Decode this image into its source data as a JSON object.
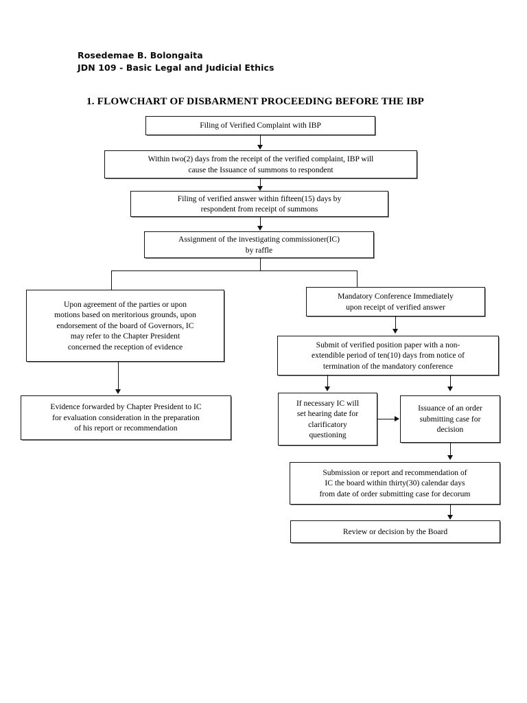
{
  "header": {
    "author": "Rosedemae B. Bolongaita",
    "course": "JDN 109 - Basic Legal and Judicial Ethics"
  },
  "title": "1. FLOWCHART OF DISBARMENT PROCEEDING BEFORE THE IBP",
  "flowchart": {
    "type": "flowchart",
    "nodes": [
      {
        "id": "n1",
        "text": "Filing of Verified Complaint with IBP"
      },
      {
        "id": "n2",
        "text": "Within two(2) days from the receipt of the verified complaint, IBP will\ncause the Issuance of summons to respondent"
      },
      {
        "id": "n3",
        "text": "Filing of verified answer within fifteen(15) days by\nrespondent from receipt of summons"
      },
      {
        "id": "n4",
        "text": "Assignment of the investigating commissioner(IC)\nby raffle"
      },
      {
        "id": "n5",
        "text": "Upon agreement of the parties or upon\nmotions based on meritorious grounds, upon\nendorsement of the board of Governors, IC\nmay refer to the Chapter President\nconcerned the reception of evidence"
      },
      {
        "id": "n6",
        "text": "Evidence forwarded by Chapter President to IC\nfor evaluation consideration in the preparation\nof his report or recommendation"
      },
      {
        "id": "n7",
        "text": "Mandatory Conference Immediately\nupon receipt of verified answer"
      },
      {
        "id": "n8",
        "text": "Submit of verified position paper with a non-\nextendible period of ten(10) days from notice of\ntermination of the mandatory conference"
      },
      {
        "id": "n9",
        "text": "If necessary IC will\nset hearing date for\nclarificatory\nquestioning"
      },
      {
        "id": "n10",
        "text": "Issuance of an order\nsubmitting case for\ndecision"
      },
      {
        "id": "n11",
        "text": "Submission or report and recommendation of\nIC the board within thirty(30) calendar days\nfrom date of order submitting case for decorum"
      },
      {
        "id": "n12",
        "text": "Review or decision by the Board"
      }
    ]
  }
}
